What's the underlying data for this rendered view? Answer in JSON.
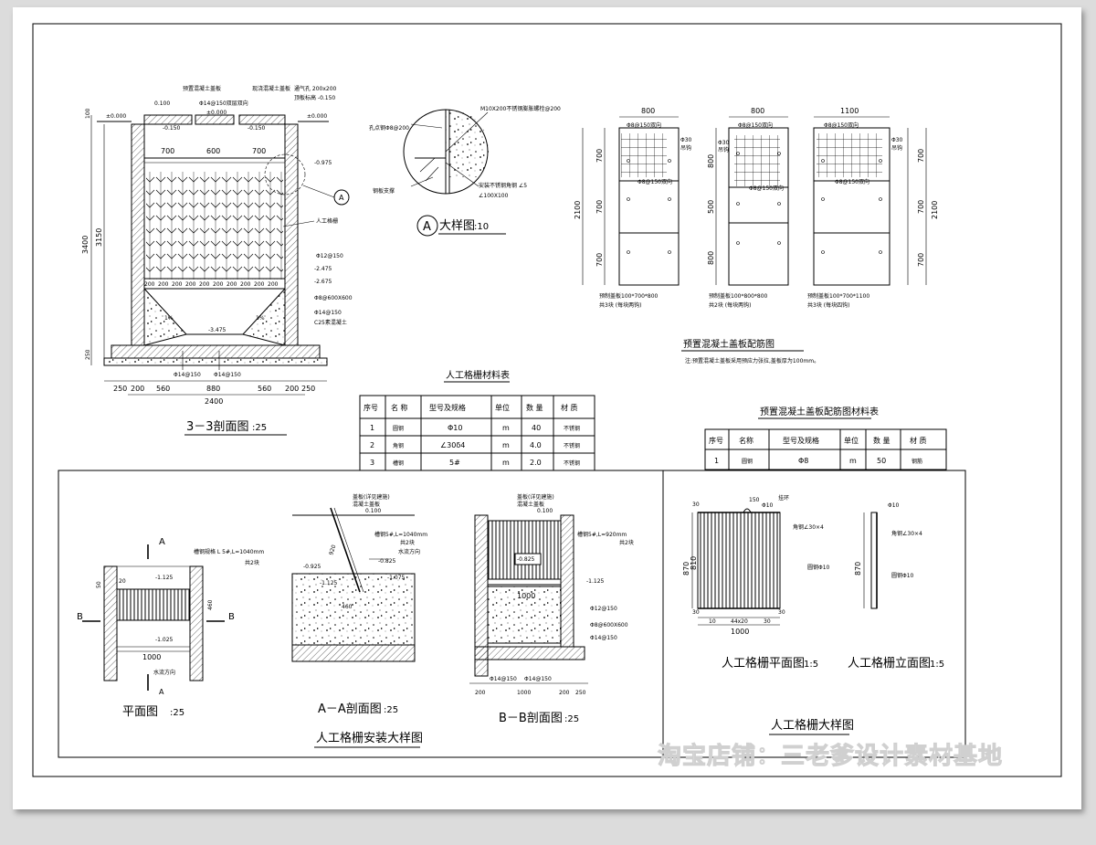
{
  "section33": {
    "title": "3－3剖面图",
    "scale": ":25",
    "levels": [
      "±0.000",
      "±0.000",
      "±0.000",
      "-0.150",
      "-0.150",
      "-0.975",
      "-2.475",
      "-2.675",
      "-3.475"
    ],
    "top_labels": [
      "0.100",
      "预置混凝土盖板",
      "Φ14@150双层双向",
      "现浇混凝土盖板",
      "通气孔 200x200",
      "顶板标高 -0.150"
    ],
    "right_labels": [
      "Φ12@150",
      "Φ8@600X600",
      "Φ14@150",
      "C25素混凝土"
    ],
    "mid_dims": [
      "700",
      "600",
      "700"
    ],
    "grid_dims": [
      "200",
      "200",
      "200",
      "200",
      "200",
      "200",
      "200",
      "200",
      "200",
      "200"
    ],
    "bottom_rebar": [
      "Φ14@150",
      "Φ14@150"
    ],
    "bottom_dims": [
      "250",
      "200",
      "560",
      "880",
      "560",
      "200",
      "250"
    ],
    "total_width": "2400",
    "left_dims": [
      "100",
      "3150",
      "3400",
      "250"
    ],
    "slope": "1%",
    "screen_label": "人工格栅"
  },
  "detailA": {
    "marker": "A",
    "title": "大样图",
    "scale": ":10",
    "labels": [
      "M10X200不锈钢膨胀螺栓@200",
      "孔点钢Φ8@200",
      "钢板支撑",
      "安装不锈钢角钢 ∠5",
      "∠100X100"
    ]
  },
  "panels": {
    "title": "预置混凝土盖板配筋图",
    "note": "注:预置混凝土盖板采用预应力张拉,盖板厚为100mm。",
    "items": [
      {
        "width": "800",
        "heights": [
          "700",
          "700",
          "700"
        ],
        "total": "2100",
        "mesh": "Φ8@150双向",
        "hole": "Φ30",
        "hole_note": "吊钩",
        "caption": "预制盖板100*700*800",
        "count": "共3块 (每块两钩)"
      },
      {
        "width": "800",
        "heights": [
          "800",
          "500",
          "800"
        ],
        "total": "",
        "mesh": "Φ8@150双向",
        "hole": "Φ30",
        "hole_note": "吊钩",
        "caption": "预制盖板100*800*800",
        "count": "共2块 (每块两钩)"
      },
      {
        "width": "1100",
        "heights": [
          "700",
          "700",
          "700"
        ],
        "total": "2100",
        "mesh": "Φ8@150双向",
        "hole": "Φ30",
        "hole_note": "吊钩",
        "caption": "预制盖板100*700*1100",
        "count": "共3块 (每块四钩)"
      }
    ]
  },
  "table1": {
    "title": "人工格栅材料表",
    "headers": [
      "序号",
      "名 称",
      "型号及规格",
      "单位",
      "数 量",
      "材 质"
    ],
    "rows": [
      [
        "1",
        "圆钢",
        "Φ10",
        "m",
        "40",
        "不锈钢"
      ],
      [
        "2",
        "角钢",
        "∠30δ4",
        "m",
        "4.0",
        "不锈钢"
      ],
      [
        "3",
        "槽钢",
        "5#",
        "m",
        "2.0",
        "不锈钢"
      ]
    ]
  },
  "table2": {
    "title": "预置混凝土盖板配筋图材料表",
    "headers": [
      "序号",
      "名称",
      "型号及规格",
      "单位",
      "数 量",
      "材 质"
    ],
    "rows": [
      [
        "1",
        "圆钢",
        "Φ8",
        "m",
        "50",
        "钢筋"
      ]
    ]
  },
  "plan": {
    "title": "平面图",
    "scale": ":25",
    "section_marks": [
      "A",
      "A",
      "B",
      "B"
    ],
    "labels": [
      "-1.125",
      "-1.025",
      "1000",
      "460",
      "20",
      "50",
      "槽钢规格 L 5#,L=1040mm",
      "共2块",
      "水流方向"
    ]
  },
  "sectionAA": {
    "title": "A－A剖面图",
    "scale": ":25",
    "labels": [
      "盖板(详见建施)",
      "混凝土盖板",
      "0.100",
      "-0.925",
      "-0.825",
      "-1.125",
      "-1.075",
      "920",
      "460",
      "槽钢5#,L=1040mm",
      "共2块",
      "水流方向"
    ]
  },
  "sectionBB": {
    "title": "B－B剖面图",
    "scale": ":25",
    "labels": [
      "盖板(详见建施)",
      "混凝土盖板",
      "0.100",
      "-0.825",
      "-1.125",
      "1000",
      "Φ12@150",
      "Φ8@600X600",
      "Φ14@150",
      "槽钢5#,L=920mm",
      "共2块"
    ],
    "bottom_rebar": [
      "Φ14@150",
      "Φ14@150"
    ],
    "dims": [
      "200",
      "1000",
      "200",
      "250"
    ]
  },
  "install_caption": "人工格栅安装大样图",
  "grille": {
    "plan_title": "人工格栅平面图",
    "plan_scale": "1:5",
    "elev_title": "人工格栅立面图",
    "elev_scale": "1:5",
    "caption": "人工格栅大样图",
    "labels": [
      "150",
      "Φ10",
      "挂环",
      "圆钢Φ10",
      "角钢∠30×4",
      "870",
      "810",
      "30",
      "30",
      "30",
      "1000",
      "44x20",
      "10",
      "30"
    ]
  },
  "watermark": "淘宝店铺：三老爹设计素材基地"
}
